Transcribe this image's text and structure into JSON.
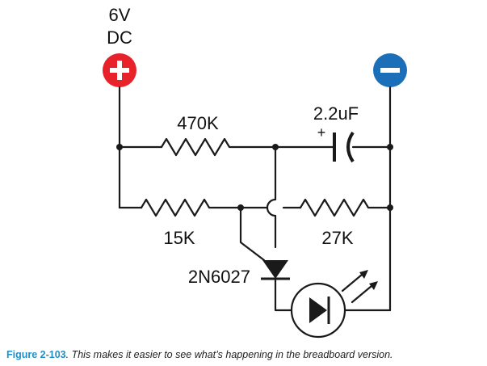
{
  "supply": {
    "voltage": "6V",
    "type": "DC",
    "positive_symbol": "+",
    "negative_symbol": "−",
    "colors": {
      "positive": "#e8222b",
      "negative": "#1b6fb8"
    }
  },
  "components": {
    "r_top": {
      "value": "470K"
    },
    "capacitor": {
      "value": "2.2uF",
      "polarity": "+"
    },
    "r_left": {
      "value": "15K"
    },
    "r_right": {
      "value": "27K"
    },
    "put": {
      "part": "2N6027"
    }
  },
  "caption": {
    "number": "Figure 2-103",
    "text": ". This makes it easier to see what’s happening in the breadboard version."
  }
}
